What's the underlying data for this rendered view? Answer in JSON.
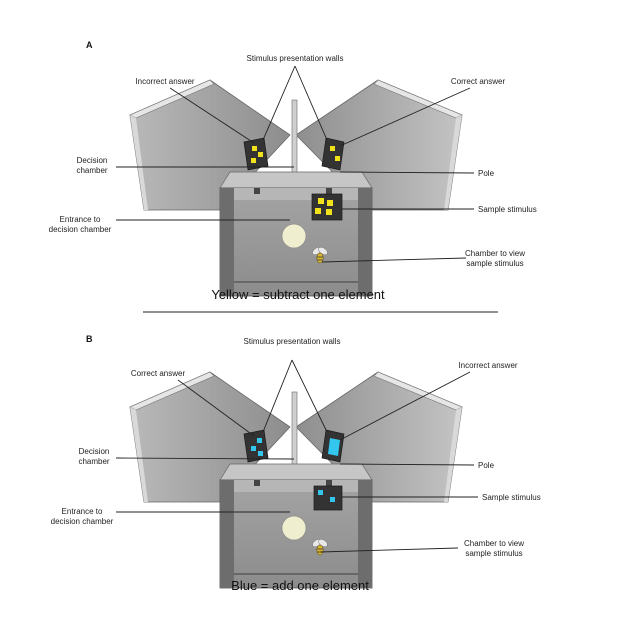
{
  "colors": {
    "yellow_stimulus": "#f2e21c",
    "blue_stimulus": "#33c6ee",
    "wall_gray": "#a9a9a9",
    "dark_gray": "#7a7a7a",
    "stimulus_board": "#333333"
  },
  "panel_a": {
    "letter": "A",
    "stimulus_walls": "Stimulus presentation walls",
    "left_answer": "Incorrect answer",
    "right_answer": "Correct answer",
    "decision_chamber": [
      "Decision",
      "chamber"
    ],
    "pole": "Pole",
    "sample_stimulus": "Sample stimulus",
    "entrance": [
      "Entrance to",
      "decision chamber"
    ],
    "view_chamber": [
      "Chamber to view",
      "sample stimulus"
    ],
    "caption": "Yellow = subtract one element"
  },
  "panel_b": {
    "letter": "B",
    "stimulus_walls": "Stimulus presentation walls",
    "left_answer": "Correct answer",
    "right_answer": "Incorrect answer",
    "decision_chamber": [
      "Decision",
      "chamber"
    ],
    "pole": "Pole",
    "sample_stimulus": "Sample stimulus",
    "entrance": [
      "Entrance to",
      "decision chamber"
    ],
    "view_chamber": [
      "Chamber to view",
      "sample stimulus"
    ],
    "caption": "Blue = add one element"
  }
}
